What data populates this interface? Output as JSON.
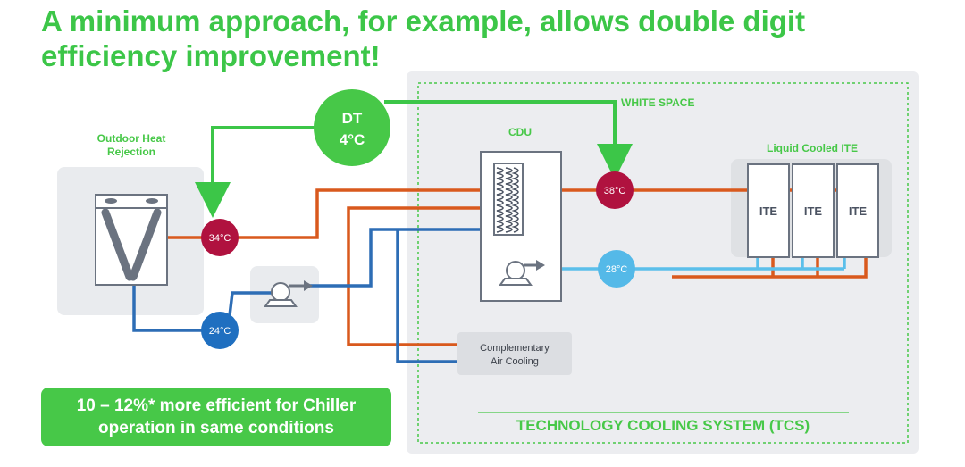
{
  "title": {
    "line1": "A minimum approach, for example, allows double digit",
    "line2": "efficiency improvement!"
  },
  "labels": {
    "outdoor_line1": "Outdoor Heat",
    "outdoor_line2": "Rejection",
    "white_space": "WHITE SPACE",
    "cdu": "CDU",
    "liquid_cooled": "Liquid Cooled ITE",
    "complementary_line1": "Complementary",
    "complementary_line2": "Air Cooling",
    "tcs": "TECHNOLOGY COOLING SYSTEM (TCS)"
  },
  "dt_badge": {
    "line1": "DT",
    "line2": "4°C"
  },
  "temps": {
    "t34": "34°C",
    "t24": "24°C",
    "t38": "38°C",
    "t28": "28°C"
  },
  "ite": [
    "ITE",
    "ITE",
    "ITE"
  ],
  "callout": {
    "line1": "10 – 12%* more efficient for Chiller",
    "line2": "operation in same conditions"
  },
  "colors": {
    "accent_green": "#3cc648",
    "hot_pipe": "#d9591d",
    "cold_pipe": "#2d6db5",
    "tcs_cold_pipe": "#5bbfea",
    "hot_badge": "#b0123f",
    "cold_badge": "#1f6fc0",
    "tcs_cold_badge": "#54b9e8"
  }
}
